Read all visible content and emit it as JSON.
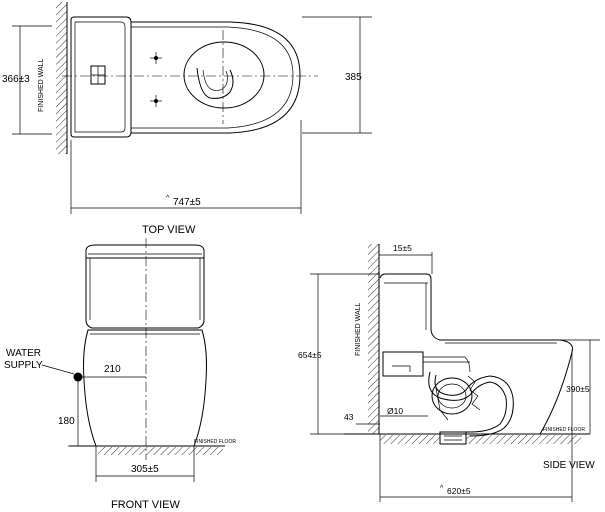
{
  "views": {
    "top": "TOP VIEW",
    "front": "FRONT VIEW",
    "side": "SIDE VIEW"
  },
  "labels": {
    "finished_wall": "FINISHED WALL",
    "finished_floor": "FINISHED FLOOR",
    "water_supply_line1": "WATER",
    "water_supply_line2": "SUPPLY"
  },
  "dimensions": {
    "top_rough_in": "366±3",
    "top_width": "385",
    "top_length": "747±5",
    "front_supply_offset": "210",
    "front_supply_height": "180",
    "front_base_width": "305±5",
    "side_top_gap": "15±5",
    "side_height": "654±5",
    "side_seat_height": "390±5",
    "side_supply_dia": "Ø10",
    "side_outlet_height": "43",
    "side_length": "620±5"
  }
}
